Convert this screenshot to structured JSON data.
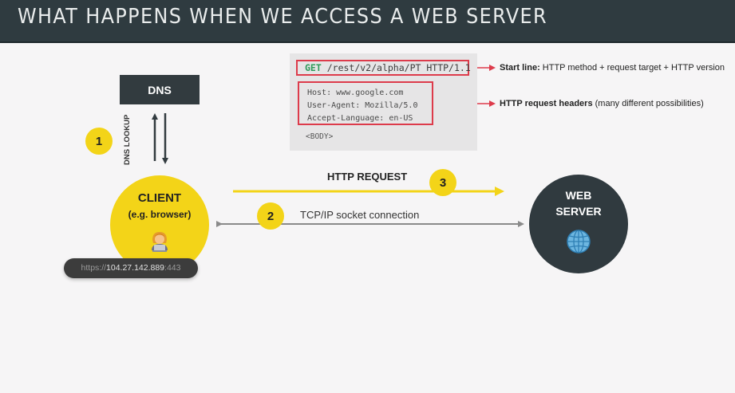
{
  "header": {
    "title": "WHAT HAPPENS WHEN WE ACCESS A WEB SERVER"
  },
  "dns": {
    "label": "DNS",
    "lookup_label": "DNS LOOKUP"
  },
  "request": {
    "method": "GET",
    "start_line_rest": "/rest/v2/alpha/PT HTTP/1.1",
    "headers": [
      "Host: www.google.com",
      "User-Agent: Mozilla/5.0",
      "Accept-Language: en-US"
    ],
    "body": "<BODY>"
  },
  "annotations": {
    "start_line_bold": "Start line:",
    "start_line_text": "HTTP method + request target + HTTP version",
    "headers_bold": "HTTP request headers",
    "headers_text": "(many different possibilities)"
  },
  "steps": {
    "one": "1",
    "two": "2",
    "three": "3"
  },
  "client": {
    "title": "CLIENT",
    "subtitle": "(e.g. browser)"
  },
  "url": {
    "scheme": "https://",
    "host": "104.27.142.889",
    "port": ":443"
  },
  "server": {
    "line1": "WEB",
    "line2": "SERVER"
  },
  "connections": {
    "http_request": "HTTP REQUEST",
    "tcp": "TCP/IP socket connection"
  },
  "colors": {
    "header_bg": "#2f3b40",
    "yellow": "#f3d418",
    "dark": "#303a3f",
    "highlight_red": "#dd3b4b",
    "method_green": "#2f9b5a"
  },
  "icons": {
    "client": "person-with-laptop-icon",
    "server": "globe-icon"
  }
}
